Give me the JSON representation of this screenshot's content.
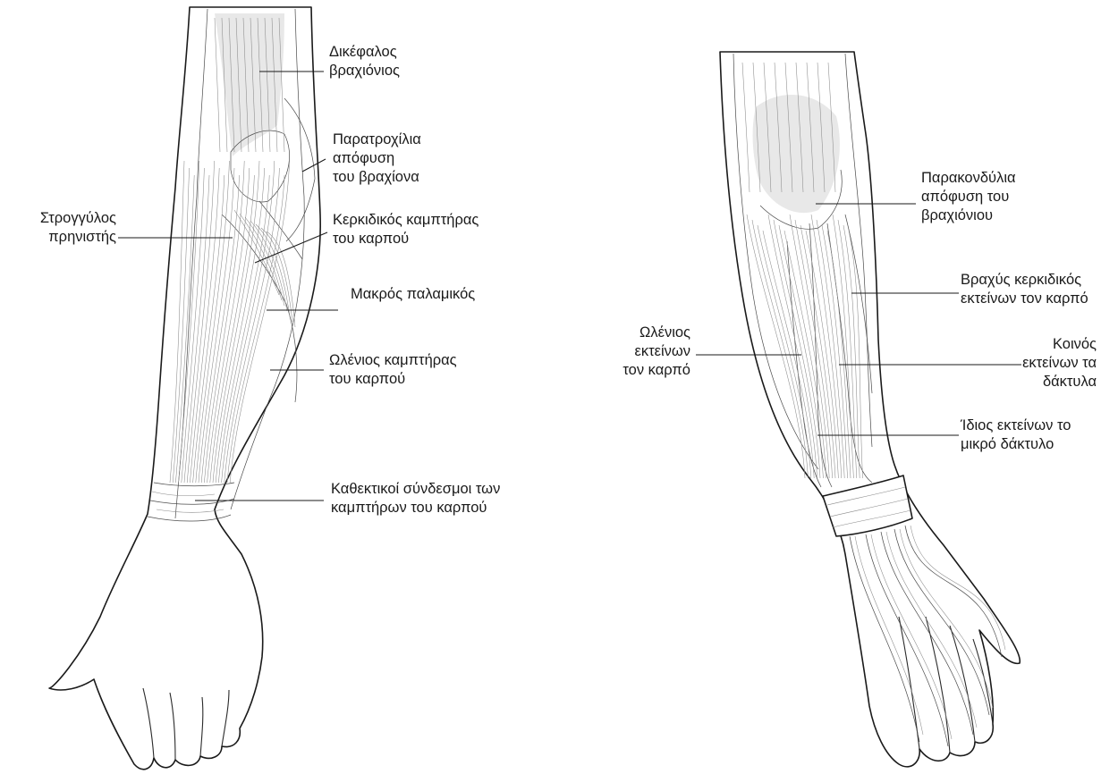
{
  "labels": {
    "biceps": [
      "Δικέφαλος",
      "βραχιόνιος"
    ],
    "medial_epicondyle": [
      "Παρατροχίλια",
      "απόφυση",
      "του βραχίονα"
    ],
    "pronator_teres": [
      "Στρογγύλος",
      "πρηνιστής"
    ],
    "flexor_carpi_radialis": [
      "Κερκιδικός καμπτήρας",
      "του καρπού"
    ],
    "palmaris_longus": [
      "Μακρός παλαμικός"
    ],
    "flexor_carpi_ulnaris": [
      "Ωλένιος καμπτήρας",
      "του καρπού"
    ],
    "flexor_retinaculum": [
      "Καθεκτικοί σύνδεσμοι των",
      "καμπτήρων του καρπού"
    ],
    "lateral_epicondyle": [
      "Παρακονδύλια",
      "απόφυση του",
      "βραχιόνιου"
    ],
    "ext_carpi_radialis_brevis": [
      "Βραχύς κερκιδικός",
      "εκτείνων τον καρπό"
    ],
    "ext_carpi_ulnaris": [
      "Ωλένιος",
      "εκτείνων",
      "τον καρπό"
    ],
    "ext_digitorum": [
      "Κοινός",
      "εκτείνων τα",
      "δάκτυλα"
    ],
    "ext_digiti_minimi": [
      "Ίδιος εκτείνων το",
      "μικρό δάκτυλο"
    ]
  },
  "icons": {
    "anterior_forearm": "anterior-forearm-illustration",
    "posterior_forearm": "posterior-forearm-illustration"
  }
}
